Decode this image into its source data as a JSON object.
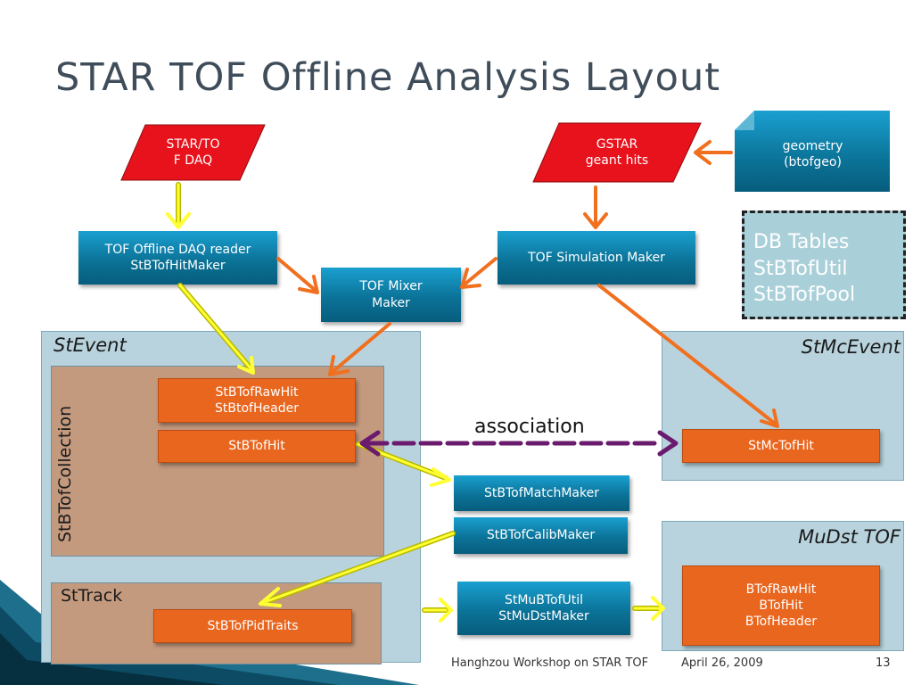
{
  "slide": {
    "title": "STAR TOF Offline Analysis Layout",
    "footer": {
      "event": "Hanghzou Workshop on STAR TOF",
      "date": "April 26, 2009",
      "page": "13"
    }
  },
  "colors": {
    "blue_box": "#0b7398",
    "orange_box": "#e9661f",
    "red_input": "#e8121c",
    "yellow_arrow": "#ffff33",
    "orange_arrow": "#f07020",
    "purple_arrow": "#6a1b6e",
    "region_fill": "#b8d3dd",
    "collection_fill": "#c49a7f"
  },
  "inputs": {
    "daq": "STAR/TO\nF DAQ",
    "gstar": "GSTAR\ngeant hits",
    "geometry": "geometry\n(btofgeo)"
  },
  "makers": {
    "daq_reader": "TOF Offline DAQ reader\nStBTofHitMaker",
    "simulation": "TOF Simulation Maker",
    "mixer": "TOF Mixer\nMaker",
    "match": "StBTofMatchMaker",
    "calib": "StBTofCalibMaker",
    "mudst_util": "StMuBTofUtil\nStMuDstMaker"
  },
  "db": {
    "text": "DB Tables\nStBTofUtil\nStBTofPool"
  },
  "regions": {
    "stevent": "StEvent",
    "collection": "StBTofCollection",
    "sttrack": "StTrack",
    "stmcevent": "StMcEvent",
    "mudst": "MuDst TOF"
  },
  "data_objects": {
    "rawhit": "StBTofRawHit\nStBtofHeader",
    "hit": "StBTofHit",
    "pidtraits": "StBTofPidTraits",
    "mctofhit": "StMcTofHit",
    "mudst_objs": "BTofRawHit\nBTofHit\nBTofHeader"
  },
  "association": "association"
}
